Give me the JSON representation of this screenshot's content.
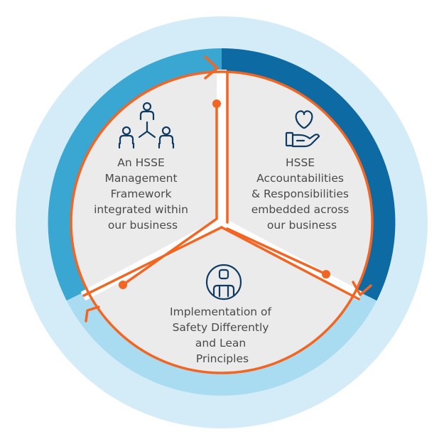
{
  "colors": {
    "outer_ring": "#d3ecf8",
    "arc_left": "#3aa7d3",
    "arc_right": "#0d6aa3",
    "arc_bottom": "#a9dcf0",
    "segment_fill": "#ebebeb",
    "accent": "#f26522",
    "icon": "#0f3b63",
    "text": "#4a4a4a"
  },
  "segments": [
    {
      "id": "left",
      "icon": "org-chart-icon",
      "lines": [
        "An HSSE",
        "Management",
        "Framework",
        "integrated within",
        "our business"
      ]
    },
    {
      "id": "right",
      "icon": "heart-hand-icon",
      "lines": [
        "HSSE",
        "Accountabilities",
        "& Responsibilities",
        "embedded across",
        "our business"
      ]
    },
    {
      "id": "bottom",
      "icon": "person-icon",
      "lines": [
        "Implementation of",
        "Safety Differently",
        "and Lean",
        "Principles"
      ]
    }
  ]
}
